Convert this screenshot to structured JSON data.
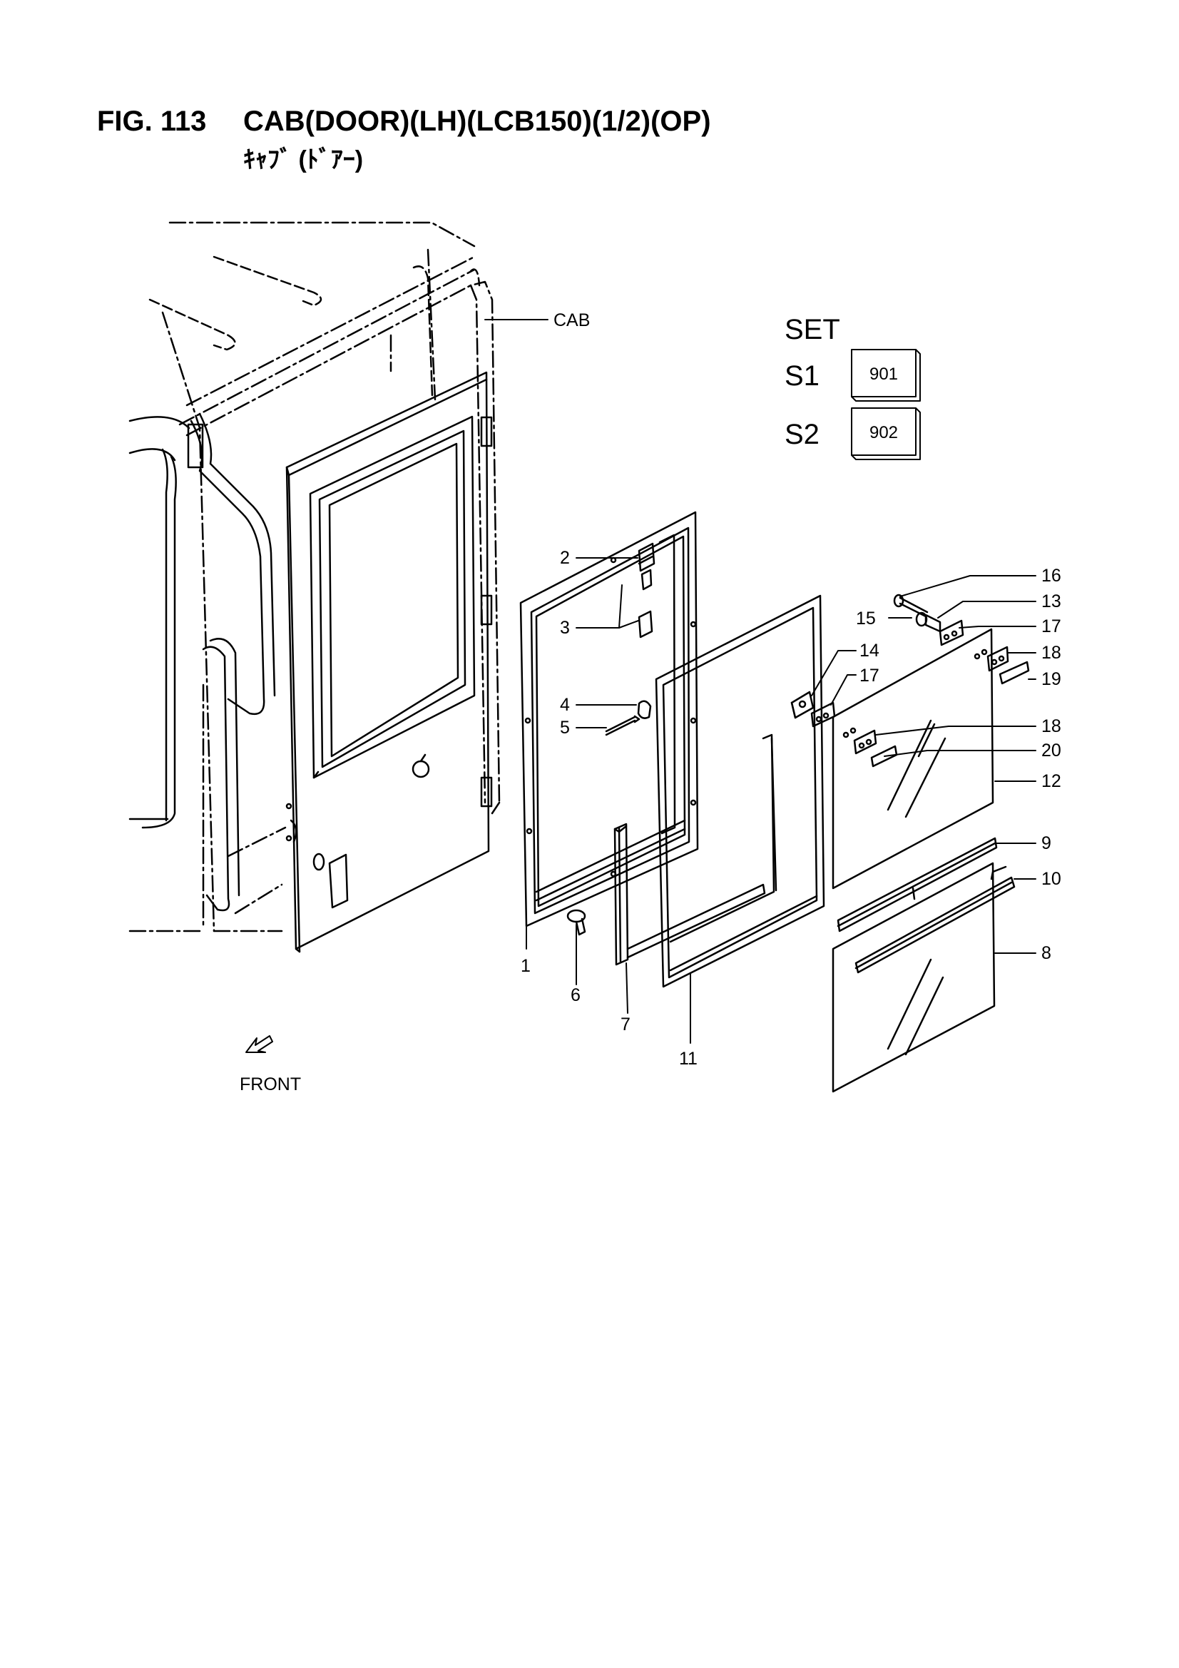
{
  "header": {
    "figure_number": "FIG. 113",
    "title": "CAB(DOOR)(LH)(LCB150)(1/2)(OP)",
    "subtitle": "ｷｬﾌﾞ (ﾄﾞｱｰ)"
  },
  "sets": {
    "heading": "SET",
    "items": [
      {
        "label": "S1",
        "code": "901"
      },
      {
        "label": "S2",
        "code": "902"
      }
    ]
  },
  "direction": {
    "label": "FRONT"
  },
  "callouts": {
    "cab": "CAB",
    "p1": "1",
    "p2": "2",
    "p3": "3",
    "p4": "4",
    "p5": "5",
    "p6": "6",
    "p7": "7",
    "p8": "8",
    "p9": "9",
    "p10": "10",
    "p11": "11",
    "p12": "12",
    "p13": "13",
    "p14": "14",
    "p15": "15",
    "p16": "16",
    "p17": "17",
    "p18": "18",
    "p19": "19",
    "p20": "20"
  }
}
